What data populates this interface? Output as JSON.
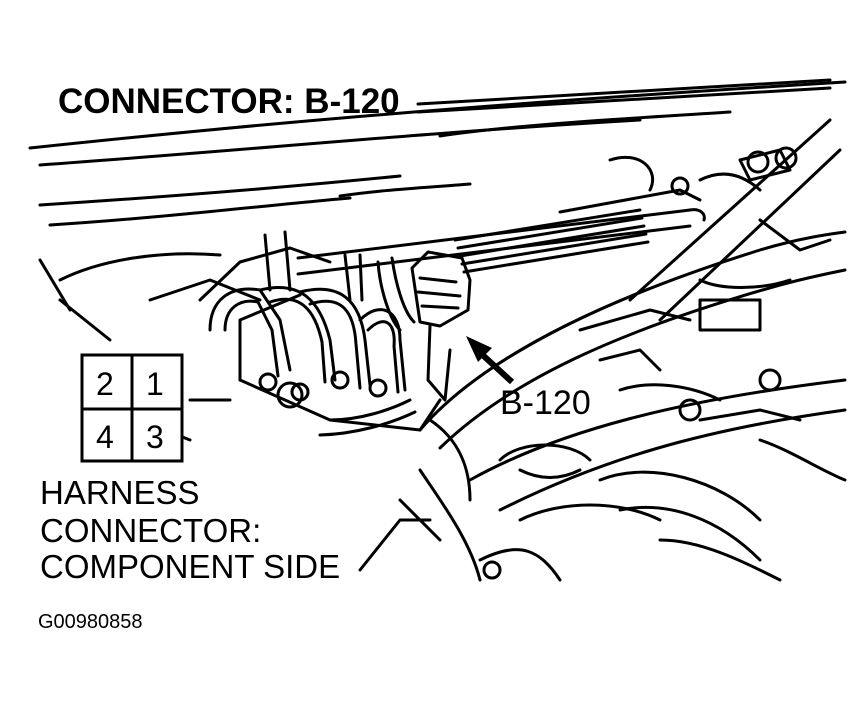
{
  "title": "CONNECTOR: B-120",
  "callout_label": "B-120",
  "harness_lines": [
    "HARNESS",
    "CONNECTOR:",
    "COMPONENT SIDE"
  ],
  "figure_id": "G00980858",
  "pins": [
    "2",
    "1",
    "4",
    "3"
  ]
}
